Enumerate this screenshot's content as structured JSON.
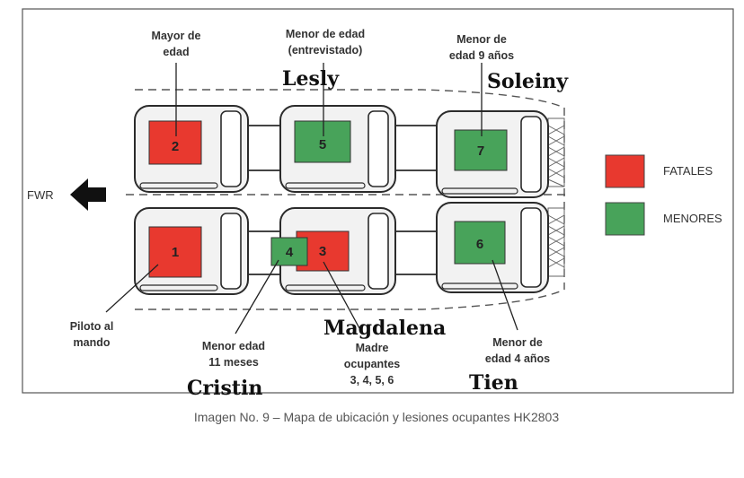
{
  "colors": {
    "fatal": "#E8392F",
    "minor": "#48A35A",
    "seat_fill": "#F2F2F2",
    "seat_stroke": "#2b2b2b"
  },
  "direction_label": "FWR",
  "legend": [
    {
      "label": "FATALES",
      "color": "#E8392F"
    },
    {
      "label": "MENORES",
      "color": "#48A35A"
    }
  ],
  "seats": [
    {
      "num": "1",
      "status": "fatal"
    },
    {
      "num": "2",
      "status": "fatal"
    },
    {
      "num": "3",
      "status": "fatal"
    },
    {
      "num": "4",
      "status": "minor"
    },
    {
      "num": "5",
      "status": "minor"
    },
    {
      "num": "6",
      "status": "minor"
    },
    {
      "num": "7",
      "status": "minor"
    }
  ],
  "labels": {
    "seat2": [
      "Mayor de",
      "edad"
    ],
    "seat5": [
      "Menor de edad",
      "(entrevistado)"
    ],
    "seat7": [
      "Menor de",
      "edad 9 años"
    ],
    "seat1": [
      "Piloto al",
      "mando"
    ],
    "seat4": [
      "Menor edad",
      "11 meses"
    ],
    "seat3": [
      "Madre",
      "ocupantes",
      "3, 4, 5, 6"
    ],
    "seat6": [
      "Menor de",
      "edad 4 años"
    ]
  },
  "names": {
    "lesly": "Lesly",
    "soleiny": "Soleiny",
    "magdalena": "Magdalena",
    "cristin": "Cristin",
    "tien": "Tien"
  },
  "caption": "Imagen No. 9 – Mapa de ubicación y lesiones ocupantes HK2803"
}
